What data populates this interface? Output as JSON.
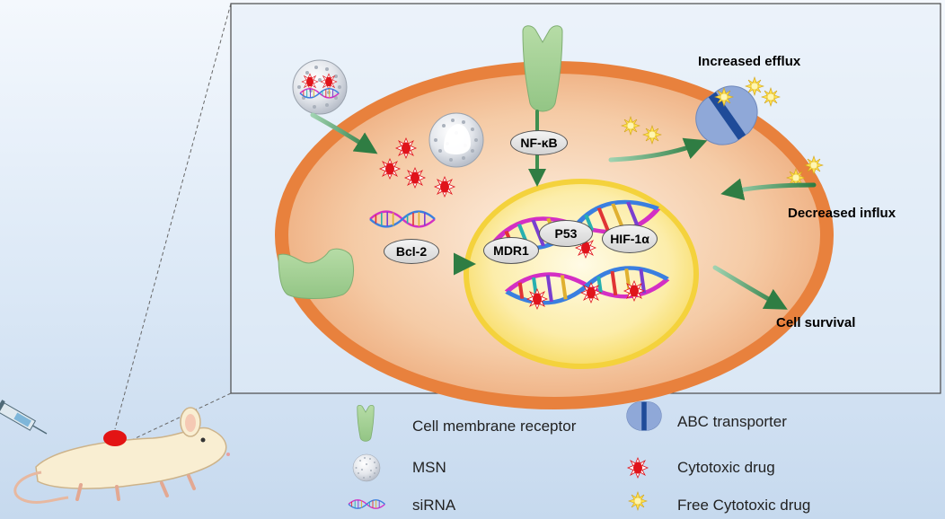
{
  "cell_labels": {
    "increased_efflux": "Increased efflux",
    "decreased_influx": "Decreased influx",
    "cell_survival": "Cell survival"
  },
  "proteins": {
    "nfkb": "NF-κB",
    "bcl2": "Bcl-2",
    "mdr1": "MDR1",
    "p53": "P53",
    "hif1a": "HIF-1α"
  },
  "legend": {
    "receptor": "Cell membrane receptor",
    "msn": "MSN",
    "sirna": "siRNA",
    "abc": "ABC transporter",
    "cytotoxic": "Cytotoxic drug",
    "free_cytotoxic": "Free Cytotoxic drug"
  },
  "colors": {
    "cell_membrane": "#e8813d",
    "cytoplasm": "#f6d8c0",
    "nucleus": "#fbe9a8",
    "nucleus_border": "#f4d23c",
    "receptor": "#a8d39a",
    "transporter": "#8fa8d8",
    "arrow": "#3f8f4f",
    "drug_red": "#e0141b",
    "free_drug_yellow": "#f7e53a"
  }
}
